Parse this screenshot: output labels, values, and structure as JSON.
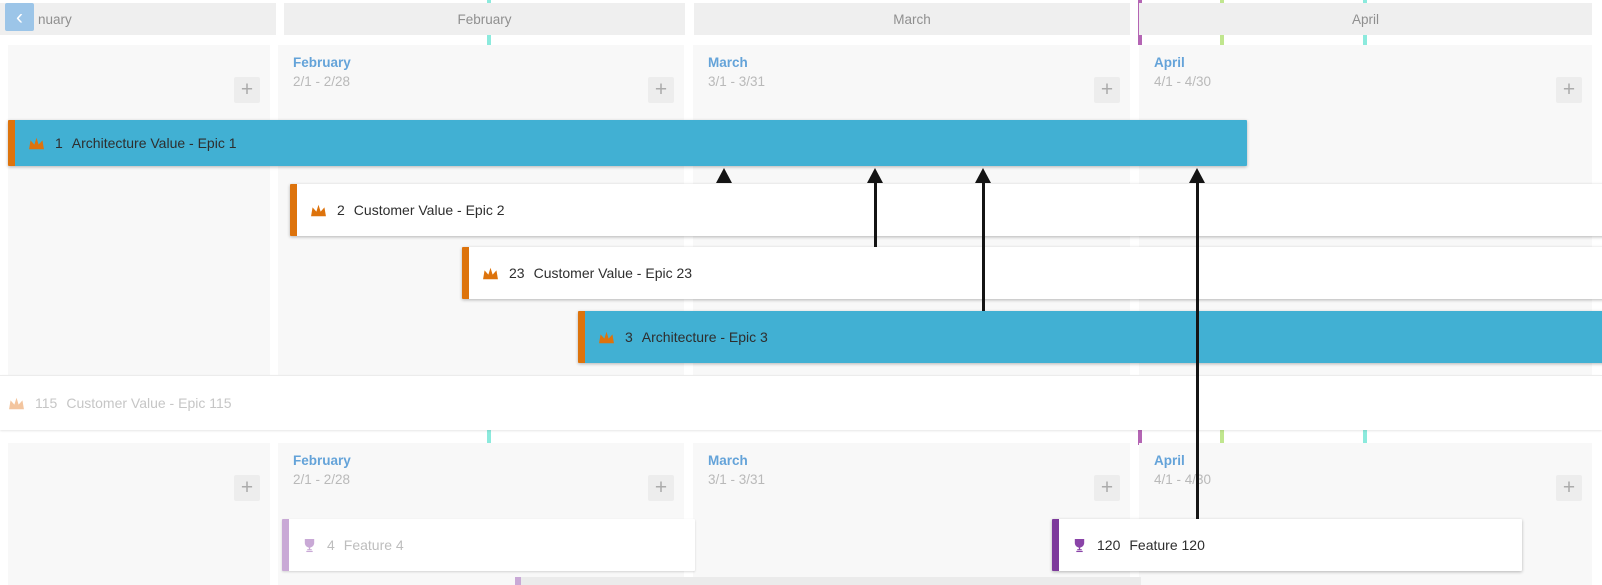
{
  "colors": {
    "teal-bar": "#41b0d3",
    "orange-accent": "#dd730c",
    "orange-faded": "#f3c59f",
    "purple-accent": "#7d3a9b",
    "purple-faded": "#c9a9d6",
    "month-name-blue": "#64a3d9",
    "arrow": "#141414",
    "tick-teal": "#8ceadd",
    "tick-purple": "#b465b4",
    "tick-green": "#c0e68e"
  },
  "ui": {
    "back_label": "‹",
    "add_label": "+"
  },
  "monthbar": {
    "months": [
      "nuary",
      "February",
      "March",
      "April"
    ]
  },
  "lanes": [
    {
      "columns": [
        {
          "name": "",
          "range": ""
        },
        {
          "name": "February",
          "range": "2/1 - 2/28"
        },
        {
          "name": "March",
          "range": "3/1 - 3/31"
        },
        {
          "name": "April",
          "range": "4/1 - 4/30"
        }
      ],
      "cards": [
        {
          "id": "1",
          "title": "Architecture Value - Epic 1",
          "type": "epic"
        },
        {
          "id": "2",
          "title": "Customer Value - Epic 2",
          "type": "epic"
        },
        {
          "id": "23",
          "title": "Customer Value - Epic 23",
          "type": "epic"
        },
        {
          "id": "3",
          "title": "Architecture - Epic 3",
          "type": "epic"
        },
        {
          "id": "115",
          "title": "Customer Value - Epic 115",
          "type": "epic"
        }
      ]
    },
    {
      "columns": [
        {
          "name": "",
          "range": ""
        },
        {
          "name": "February",
          "range": "2/1 - 2/28"
        },
        {
          "name": "March",
          "range": "3/1 - 3/31"
        },
        {
          "name": "April",
          "range": "4/1 - 4/30"
        }
      ],
      "cards": [
        {
          "id": "4",
          "title": "Feature 4",
          "type": "feature"
        },
        {
          "id": "120",
          "title": "Feature 120",
          "type": "feature"
        }
      ]
    }
  ]
}
